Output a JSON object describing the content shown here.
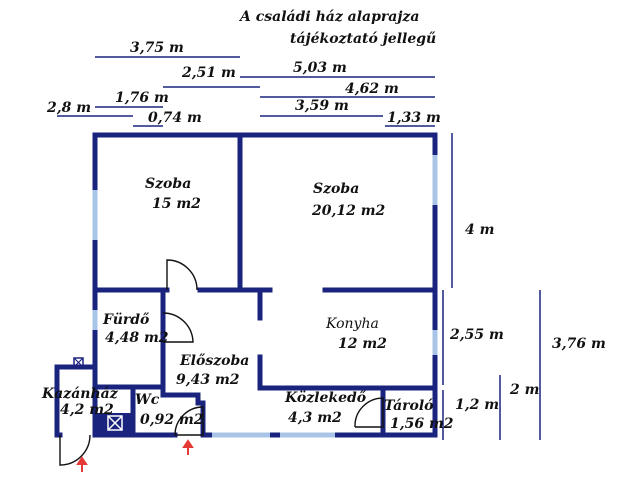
{
  "title": {
    "line1": "A családi ház alaprajza",
    "line2": "tájékoztató jellegű"
  },
  "dimensions": {
    "d375": "3,75 m",
    "d251": "2,51 m",
    "d503": "5,03 m",
    "d462": "4,62 m",
    "d176": "1,76 m",
    "d28": "2,8 m",
    "d074": "0,74 m",
    "d359": "3,59 m",
    "d133": "1,33 m",
    "d4": "4 m",
    "d255": "2,55 m",
    "d12": "1,2 m",
    "d2": "2 m",
    "d376": "3,76 m"
  },
  "rooms": [
    {
      "name": "Szoba",
      "area": "15 m2"
    },
    {
      "name": "Szoba",
      "area": "20,12 m2"
    },
    {
      "name": "Fürdő",
      "area": "4,48 m2"
    },
    {
      "name": "Konyha",
      "area": "12 m2"
    },
    {
      "name": "Előszoba",
      "area": "9,43 m2"
    },
    {
      "name": "Kazánház",
      "area": "4,2 m2"
    },
    {
      "name": "Wc",
      "area": "0,92 m2"
    },
    {
      "name": "Közlekedő",
      "area": "4,3 m2"
    },
    {
      "name": "Tároló",
      "area": "1,56 m2"
    }
  ],
  "colors": {
    "wall": "#1a237e",
    "window": "#a8c4e6",
    "entrance_arrow": "#e53935"
  }
}
